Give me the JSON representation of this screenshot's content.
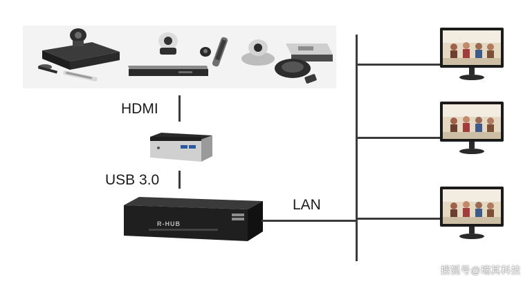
{
  "labels": {
    "hdmi": "HDMI",
    "usb": "USB 3.0",
    "lan": "LAN"
  },
  "brand": {
    "device_text": "R-HUB"
  },
  "watermark": "搜狐号@瑞其科技",
  "colors": {
    "line": "#3a3a3a",
    "panel": "#f3f3f3",
    "device_dark": "#1f1f1f",
    "monitor_frame": "#1b1b1b"
  },
  "icons": [
    "conference-system-icon",
    "ptz-camera-icon",
    "remote-control-icon",
    "mini-pc-icon",
    "server-box-icon",
    "monitor-icon",
    "conference-phone-icon"
  ]
}
